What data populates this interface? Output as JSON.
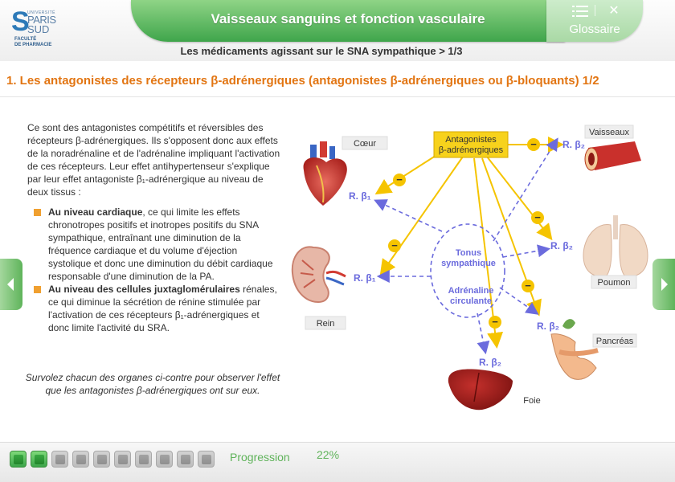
{
  "header": {
    "logo": {
      "universite": "UNIVERSITÉ",
      "paris": "PARIS",
      "sud": "SUD",
      "faculte": "FACULTÉ",
      "pharmacie": "DE PHARMACIE"
    },
    "title": "Vaisseaux sanguins et fonction vasculaire",
    "glossary_label": "Glossaire",
    "subtitle": "Les médicaments agissant sur le SNA sympathique > 1/3"
  },
  "icons": {
    "list": "list-icon",
    "close": "close-icon",
    "prev": "chevron-left-icon",
    "next": "chevron-right-icon"
  },
  "colors": {
    "accent_green": "#4cae50",
    "title_orange": "#e27512",
    "bullet_orange": "#f0a030",
    "arrow_blue": "#6b6bdd",
    "arrow_yellow": "#f5c400"
  },
  "main": {
    "section_title": "1. Les antagonistes des récepteurs β-adrénergiques (antagonistes β-adrénergiques ou β-bloquants) 1/2",
    "intro": "Ce sont des antagonistes compétitifs et réversibles des récepteurs β-adrénergiques. Ils s'opposent donc aux effets de la noradrénaline et de l'adrénaline impliquant l'activation de ces récepteurs. Leur effet antihypertenseur s'explique par leur effet antagoniste β₁-adrénergique au niveau de deux tissus :",
    "bullets": [
      {
        "bold": "Au niveau cardiaque",
        "text": ", ce qui limite les effets chronotropes positifs et inotropes positifs du SNA sympathique, entraînant une diminution de la fréquence cardiaque et du volume d'éjection systolique et donc une diminution du débit cardiaque responsable d'une diminution de la PA."
      },
      {
        "bold": "Au niveau des cellules juxtaglomérulaires",
        "text": " rénales, ce qui diminue la sécrétion de rénine stimulée par l'activation de ces récepteurs β₁-adrénergiques et donc limite l'activité du SRA."
      }
    ],
    "hover_note": "Survolez chacun des organes ci-contre pour observer l'effet que les antagonistes β-adrénergiques ont sur eux."
  },
  "diagram": {
    "antagonist_box": "Antagonistes\nβ-adrénergiques",
    "center_top": "Tonus\nsympathique",
    "center_bottom": "Adrénaline\ncirculante",
    "minus_sign": "−",
    "organs": [
      {
        "key": "coeur",
        "label": "Cœur",
        "receptor": "R. β₁"
      },
      {
        "key": "rein",
        "label": "Rein",
        "receptor": "R. β₁"
      },
      {
        "key": "vaisseaux",
        "label": "Vaisseaux",
        "receptor": "R. β₂"
      },
      {
        "key": "poumon",
        "label": "Poumon",
        "receptor": "R. β₂"
      },
      {
        "key": "pancreas",
        "label": "Pancréas",
        "receptor": "R. β₂"
      },
      {
        "key": "foie",
        "label": "Foie",
        "receptor": "R. β₂"
      }
    ]
  },
  "footer": {
    "progress_steps_total": 10,
    "progress_steps_done": 2,
    "progress_label": "Progression",
    "progress_value": "22%"
  }
}
